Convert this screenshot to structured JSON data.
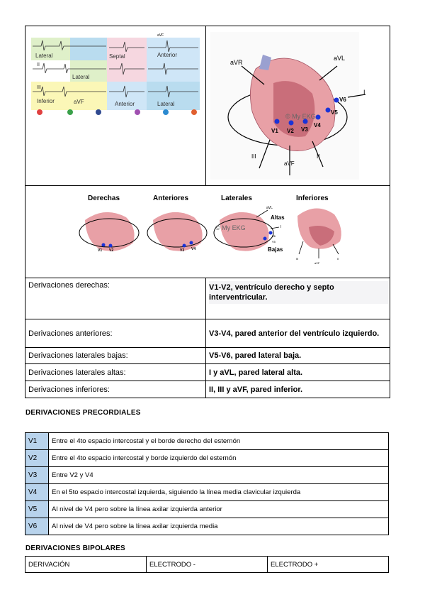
{
  "ecg_image": {
    "labels": {
      "top_avf": "aVF",
      "lateral1": "Lateral",
      "septal": "Septal",
      "anterior1": "Anterior",
      "ii": "II",
      "lateral2": "Lateral",
      "iii": "III",
      "inferior": "Inferior",
      "avf": "aVF",
      "anterior2": "Anterior",
      "lateral3": "Lateral"
    },
    "colors": [
      "#b9dcef",
      "#dff0c9",
      "#f6d7e0",
      "#fbf7b7",
      "#cfe6f7"
    ]
  },
  "heart_image": {
    "labels": {
      "avr": "aVR",
      "avl": "aVL",
      "i": "I",
      "v6": "V6",
      "v5": "V5",
      "v4": "V4",
      "v3": "V3",
      "v2": "V2",
      "v1": "V1",
      "iii": "III",
      "avf": "aVF",
      "ii": "II",
      "watermark": "© My EKG"
    }
  },
  "groups_image": {
    "titles": [
      "Derechas",
      "Anteriores",
      "Laterales",
      "Inferiores"
    ],
    "labels": {
      "v1": "V1",
      "v2": "V2",
      "v3": "V3",
      "v4": "V4",
      "avl": "aVL",
      "i": "I",
      "v5": "V5",
      "v6": "V6",
      "altas": "Altas",
      "bajas": "Bajas",
      "ii": "II",
      "iii": "III",
      "avf": "aVF",
      "watermark": "© My EKG"
    }
  },
  "regions": [
    {
      "name": "Derivaciones derechas:",
      "desc": "V1-V2, ventrículo derecho y septo interventricular."
    },
    {
      "name": "Derivaciones anteriores:",
      "desc": "V3-V4, pared anterior del ventrículo izquierdo."
    },
    {
      "name": "Derivaciones laterales bajas:",
      "desc": "V5-V6, pared lateral baja."
    },
    {
      "name": "Derivaciones laterales altas:",
      "desc": "I y aVL, pared lateral alta."
    },
    {
      "name": "Derivaciones inferiores:",
      "desc": "II, III y aVF, pared inferior."
    }
  ],
  "precordiales": {
    "heading": "DERIVACIONES PRECORDIALES",
    "rows": [
      {
        "code": "V1",
        "text": "Entre el 4to espacio intercostal y el borde derecho del esternón"
      },
      {
        "code": "V2",
        "text": "Entre el 4to espacio intercostal y borde izquierdo del esternón"
      },
      {
        "code": "V3",
        "text": "Entre V2 y V4"
      },
      {
        "code": "V4",
        "text": "En el 5to espacio intercostal izquierda, siguiendo la línea media clavicular izquierda"
      },
      {
        "code": "V5",
        "text": "Al nivel de V4 pero sobre la línea axilar izquierda anterior"
      },
      {
        "code": "V6",
        "text": "Al nivel de V4 pero sobre la línea axilar izquierda media"
      }
    ]
  },
  "bipolares": {
    "heading": "DERIVACIONES BIPOLARES",
    "headers": [
      "DERIVACIÓN",
      "ELECTRODO -",
      "ELECTRODO +"
    ]
  }
}
